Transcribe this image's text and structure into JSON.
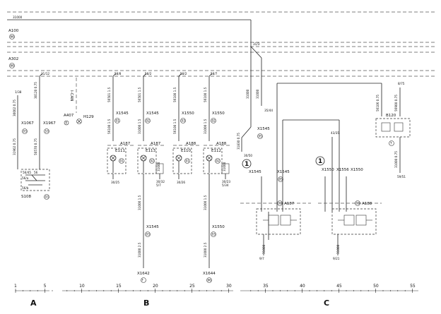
{
  "bus": {
    "top_line_label": "31000",
    "a100": {
      "name": "A100",
      "code": "66"
    },
    "a302": {
      "name": "A302",
      "code": "66"
    },
    "junction_label": "31/3"
  },
  "icon_names": {
    "lamp": "lamp-icon",
    "ground": "ground-icon",
    "circle_ref": "circle-ref-icon"
  },
  "colors": {
    "ink": "#222222",
    "bus_dash": "#555555"
  },
  "section_a": {
    "top_ref": "31/12",
    "left_ref": "1/38",
    "wire_top": "30120 0.75",
    "wire_left": "30002 0.75",
    "wire_mid": "31902 0.75",
    "wire_right": "50570 0.75",
    "conn_left": {
      "name": "X1067",
      "code": "03"
    },
    "conn_right": {
      "name": "X1967",
      "code": "10"
    },
    "switch": {
      "name": "S108",
      "code": "03"
    },
    "switch_pins": [
      "56/45",
      "56",
      "56/a",
      "56/b"
    ]
  },
  "i_can": "I-CAN",
  "a407": {
    "name": "A407",
    "code": "E"
  },
  "h129": "H129",
  "cols_b": [
    {
      "top": "58/8",
      "wire": "56501 1.5",
      "conn": "X1545",
      "code": "01",
      "lamp_ref": "A187",
      "lamp": "E111",
      "lamp_code": "01",
      "wire2": "56100 1.5",
      "ground": "30/25"
    },
    {
      "top": "58/2",
      "wire": "56501 1.5",
      "conn": "X1545",
      "code": "02",
      "lamp_ref": "A187",
      "lamp": "E113",
      "lamp_code": "02",
      "wire2": "31000 1.5",
      "wire3": "31000 1.5",
      "wire4": "31000 2.5",
      "conn2": "X1545",
      "code2": "03",
      "bottom": "X1642",
      "bottom_code": "F",
      "ref_box": "31000",
      "ground": "30/32\n5/7"
    },
    {
      "top": "58/2",
      "wire": "56100 1.5",
      "conn": "X1550",
      "code": "03",
      "lamp_ref": "A188",
      "lamp": "E110",
      "lamp_code": "01",
      "wire2": "56100 1.5",
      "ground": "30/26"
    },
    {
      "top": "58/7",
      "wire": "56100 1.5",
      "conn": "X1550",
      "code": "02",
      "lamp_ref": "A188",
      "lamp": "E112",
      "lamp_code": "02",
      "wire2": "31000 1.5",
      "wire3": "31000 1.5",
      "wire4": "31000 2.5",
      "conn2": "X1550",
      "code2": "03",
      "bottom": "X1644",
      "bottom_code": "66",
      "ref_box": "31000",
      "ground": "30/23\n5/34"
    }
  ],
  "section_c": {
    "wire_31000": "31000",
    "x1545_top": {
      "name": "X1545",
      "code": "05"
    },
    "ref_1a": "1",
    "wire_31830": "31830 0.75",
    "ref_3650": "30/50",
    "ref_3644": "35/44",
    "x1545_a": {
      "name": "X1545",
      "code": "06"
    },
    "x1545_b": {
      "name": "X1545",
      "code": "05"
    },
    "a187": {
      "name": "A187",
      "code": "03"
    },
    "ref_1b": "1",
    "ref_4335": "43/35",
    "x1550_a": {
      "name": "X1550",
      "code": "04"
    },
    "x1550_b": {
      "name": "X1556",
      "code": "05"
    },
    "x1550_c": {
      "name": "X1550",
      "code": "05"
    },
    "a188": {
      "name": "A188",
      "code": "03"
    },
    "ref_4875": "8/75",
    "b120": {
      "name": "B120",
      "code": "T"
    },
    "ref_5951": "59/51",
    "wire_56106": "56106 0.75",
    "wire_56900": "56900 0.75",
    "wire_31000b": "31000 0.75",
    "bottom_1": "9/7",
    "bottom_2": "9/21"
  },
  "scale": {
    "ticks": [
      "1",
      "5",
      "10",
      "15",
      "20",
      "25",
      "30",
      "35",
      "40",
      "45",
      "50",
      "55"
    ],
    "sections": [
      "A",
      "B",
      "C"
    ]
  }
}
